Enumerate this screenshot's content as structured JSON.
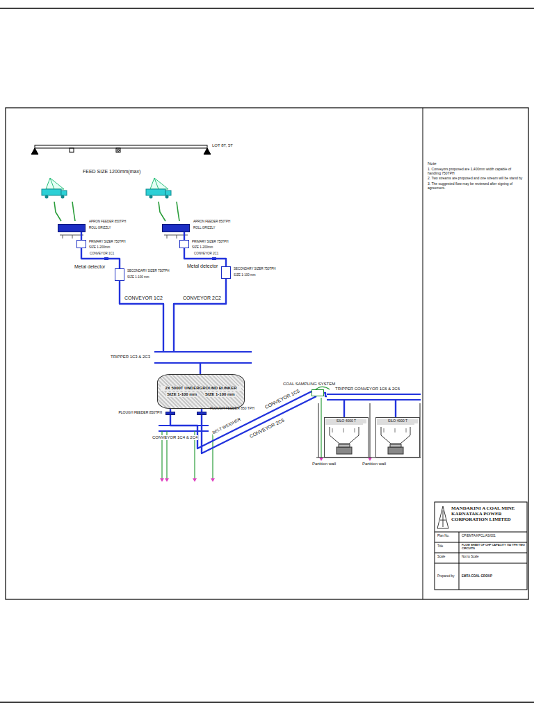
{
  "diagram": {
    "nodes": [
      {
        "text": [
          "APRON FEEDER 850TPH",
          "ROLL GRIZZLY"
        ]
      },
      {
        "text": [
          "PRIMARY SIZER 750TPH",
          "SIZE 1-200mm"
        ]
      },
      {
        "text": [
          "SECONDARY SIZER 750TPH",
          "SIZE 1-100 mm"
        ]
      },
      {
        "text": [
          "APRON FEEDER 850TPH",
          "ROLL GRIZZLY"
        ]
      },
      {
        "text": [
          "PRIMARY SIZER 750TPH",
          "SIZE 1-200mm"
        ]
      },
      {
        "text": [
          "SECONDARY SIZER 750TPH",
          "SIZE 1-100 mm"
        ]
      },
      {
        "text": [
          "TRIPPER 1C3 & 2C3"
        ]
      },
      {
        "text": [
          "2X 5000T UNDERGROUND BUNKER",
          "SIZE 1-100 mm",
          "SIZE 1-100 mm"
        ]
      },
      {
        "text": [
          "PLOUGH FEEDER 850TPH"
        ]
      },
      {
        "text": [
          "PLOUGH FEEDER 850 TPH"
        ]
      },
      {
        "text": [
          "COAL SAMPLING SYSTEM"
        ]
      },
      {
        "text": [
          "TRIPPER CONVEYOR 1C6 & 2C6"
        ]
      },
      {
        "text": [
          "SILO 4000 T"
        ]
      },
      {
        "text": [
          "SILO 4000 T"
        ]
      }
    ],
    "edges": [
      {
        "from": 0,
        "to": 1,
        "arrow": "none"
      },
      {
        "from": 1,
        "to": 2,
        "label": "CONVEYOR 1C1",
        "arrow": "none"
      },
      {
        "from": 2,
        "to": 6,
        "label": "CONVEYOR 1C2",
        "arrow": "none"
      },
      {
        "from": 3,
        "to": 4,
        "arrow": "none"
      },
      {
        "from": 4,
        "to": 5,
        "label": "CONVEYOR 2C1",
        "arrow": "none"
      },
      {
        "from": 5,
        "to": 6,
        "label": "CONVEYOR 2C2",
        "arrow": "none"
      },
      {
        "from": 6,
        "to": 7,
        "arrow": "none"
      },
      {
        "from": 7,
        "to": 8,
        "arrow": "none"
      },
      {
        "from": 7,
        "to": 9,
        "arrow": "none"
      },
      {
        "from": 8,
        "to": 10,
        "label": "CONVEYOR 1C5",
        "arrow": "none"
      },
      {
        "from": 9,
        "to": 10,
        "label": "CONVEYOR 2C5",
        "arrow": "none"
      },
      {
        "from": 10,
        "to": 11,
        "arrow": "none"
      },
      {
        "from": 11,
        "to": 12,
        "arrow": "none"
      },
      {
        "from": 11,
        "to": 13,
        "arrow": "none"
      }
    ],
    "labels": [
      "LOT 8T, 5T",
      "FEED SIZE 1200mm(max)",
      "Metal detector",
      "Metal detector",
      "CONVEYOR 1C4 & 2C4",
      "BELT WEIGHER",
      "Partition wall",
      "Partition wall",
      "Note",
      "1. Conveyors proposed are 1,400mm width capable of handling 750TPH",
      "2. Two streams are proposed and one stream will be stand by",
      "3. The suggested flow may be reviewed after signing of agreement.",
      "MANDAKINI A COAL MINE KARNATAKA POWER CORPORATION LIMITED",
      "Plan No.",
      "CP/EMTA/KPCL/AS/001",
      "Title",
      "FLOW SHEET OF CHP CAPACITY 750 TPH TWO CIRCUITS",
      "Scale",
      "Not to Scale",
      "Prepared by",
      "EMTA COAL GROUP"
    ]
  }
}
